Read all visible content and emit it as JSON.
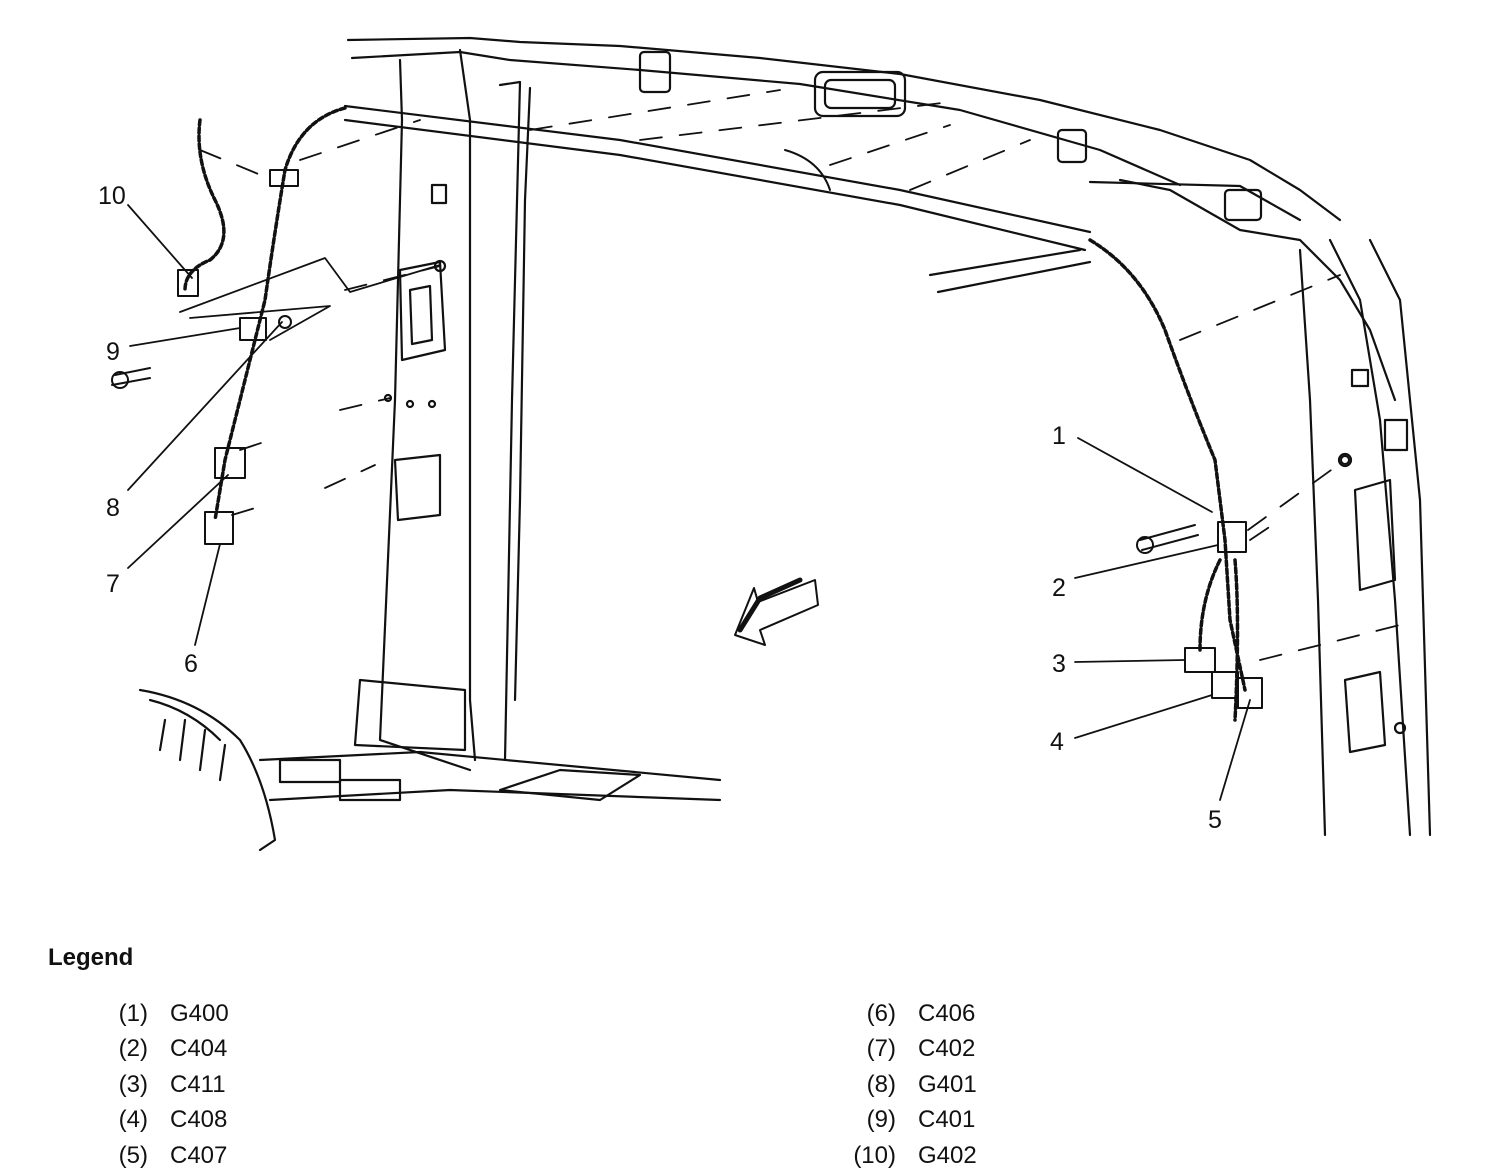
{
  "callouts": [
    {
      "number": "1"
    },
    {
      "number": "2"
    },
    {
      "number": "3"
    },
    {
      "number": "4"
    },
    {
      "number": "5"
    },
    {
      "number": "6"
    },
    {
      "number": "7"
    },
    {
      "number": "8"
    },
    {
      "number": "9"
    },
    {
      "number": "10"
    }
  ],
  "legend": {
    "title": "Legend",
    "items": [
      {
        "num": "(1)",
        "code": "G400"
      },
      {
        "num": "(2)",
        "code": "C404"
      },
      {
        "num": "(3)",
        "code": "C411"
      },
      {
        "num": "(4)",
        "code": "C408"
      },
      {
        "num": "(5)",
        "code": "C407"
      },
      {
        "num": "(6)",
        "code": "C406"
      },
      {
        "num": "(7)",
        "code": "C402"
      },
      {
        "num": "(8)",
        "code": "G401"
      },
      {
        "num": "(9)",
        "code": "C401"
      },
      {
        "num": "(10)",
        "code": "G402"
      }
    ]
  }
}
